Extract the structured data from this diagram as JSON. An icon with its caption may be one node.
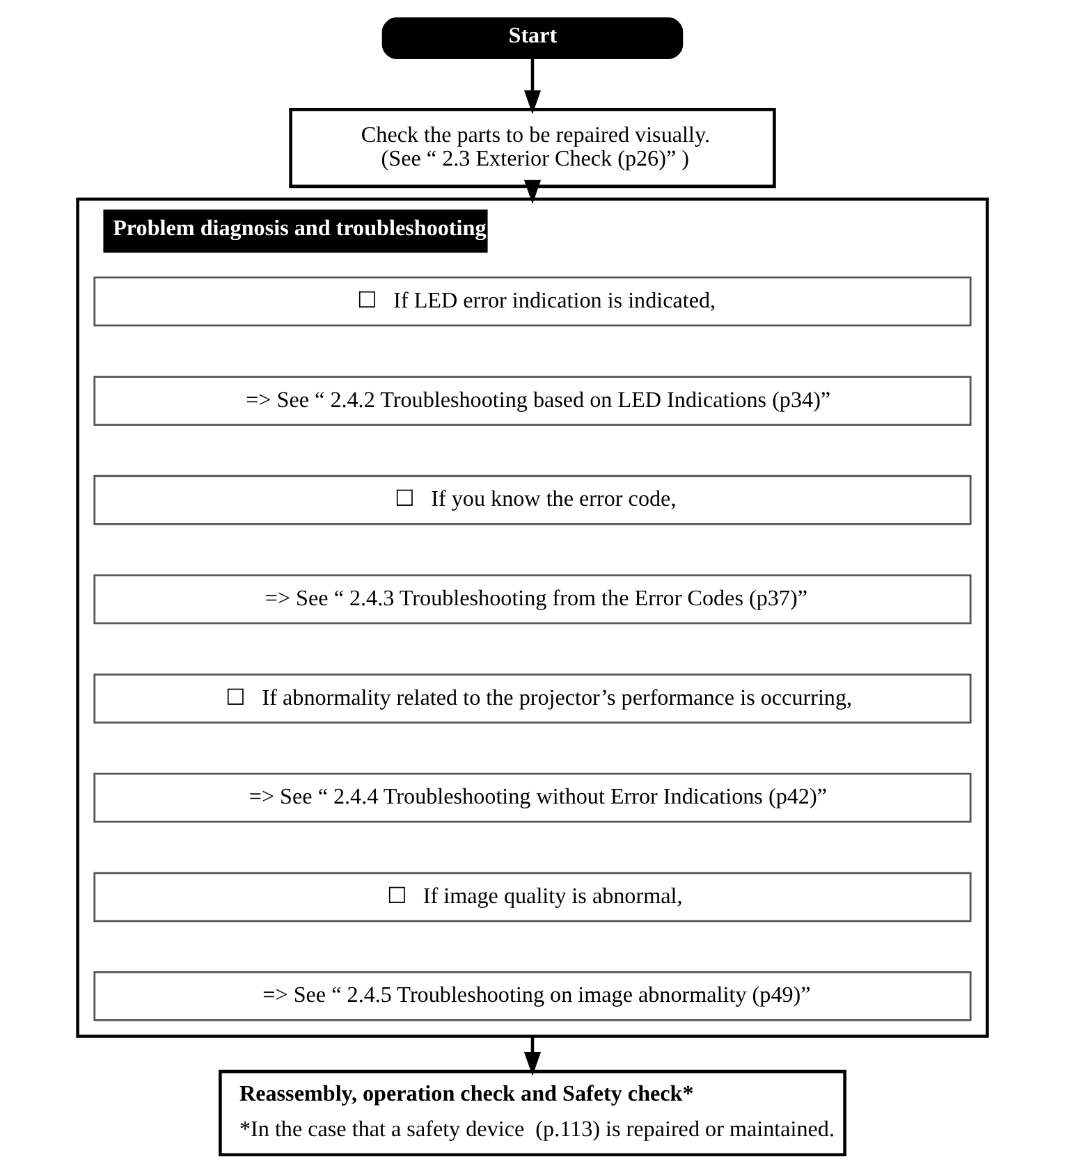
{
  "diagram": {
    "nodes": [
      {
        "text": [
          "Start"
        ]
      },
      {
        "text": [
          "Check the parts to be repaired visually.",
          "(See “ 2.3 Exterior Check (p26)” )"
        ]
      },
      {
        "text": [
          "Problem diagnosis and troubleshooting"
        ]
      },
      {
        "text": [
          "☐   If LED error indication is indicated,"
        ],
        "in": 2
      },
      {
        "text": [
          "=> See “ 2.4.2 Troubleshooting based on LED Indications (p34)”"
        ],
        "in": 2
      },
      {
        "text": [
          "☐   If you know the error code,"
        ],
        "in": 2
      },
      {
        "text": [
          "=> See “ 2.4.3 Troubleshooting from the Error Codes (p37)”"
        ],
        "in": 2
      },
      {
        "text": [
          "☐   If abnormality related to the projector’s performance is occurring,"
        ],
        "in": 2
      },
      {
        "text": [
          "=> See “ 2.4.4 Troubleshooting without Error Indications (p42)”"
        ],
        "in": 2
      },
      {
        "text": [
          "☐   If image quality is abnormal,"
        ],
        "in": 2
      },
      {
        "text": [
          "=> See “ 2.4.5 Troubleshooting on image abnormality (p49)”"
        ],
        "in": 2
      },
      {
        "text": [
          "Reassembly, operation check and Safety check*",
          "*In the case that a safety device  (p.113) is repaired or maintained."
        ]
      }
    ],
    "edges": [
      {
        "from": 0,
        "to": 1,
        "arrow": "to"
      },
      {
        "from": 1,
        "to": 2,
        "arrow": "to"
      },
      {
        "from": 2,
        "to": 11,
        "arrow": "to"
      }
    ]
  }
}
